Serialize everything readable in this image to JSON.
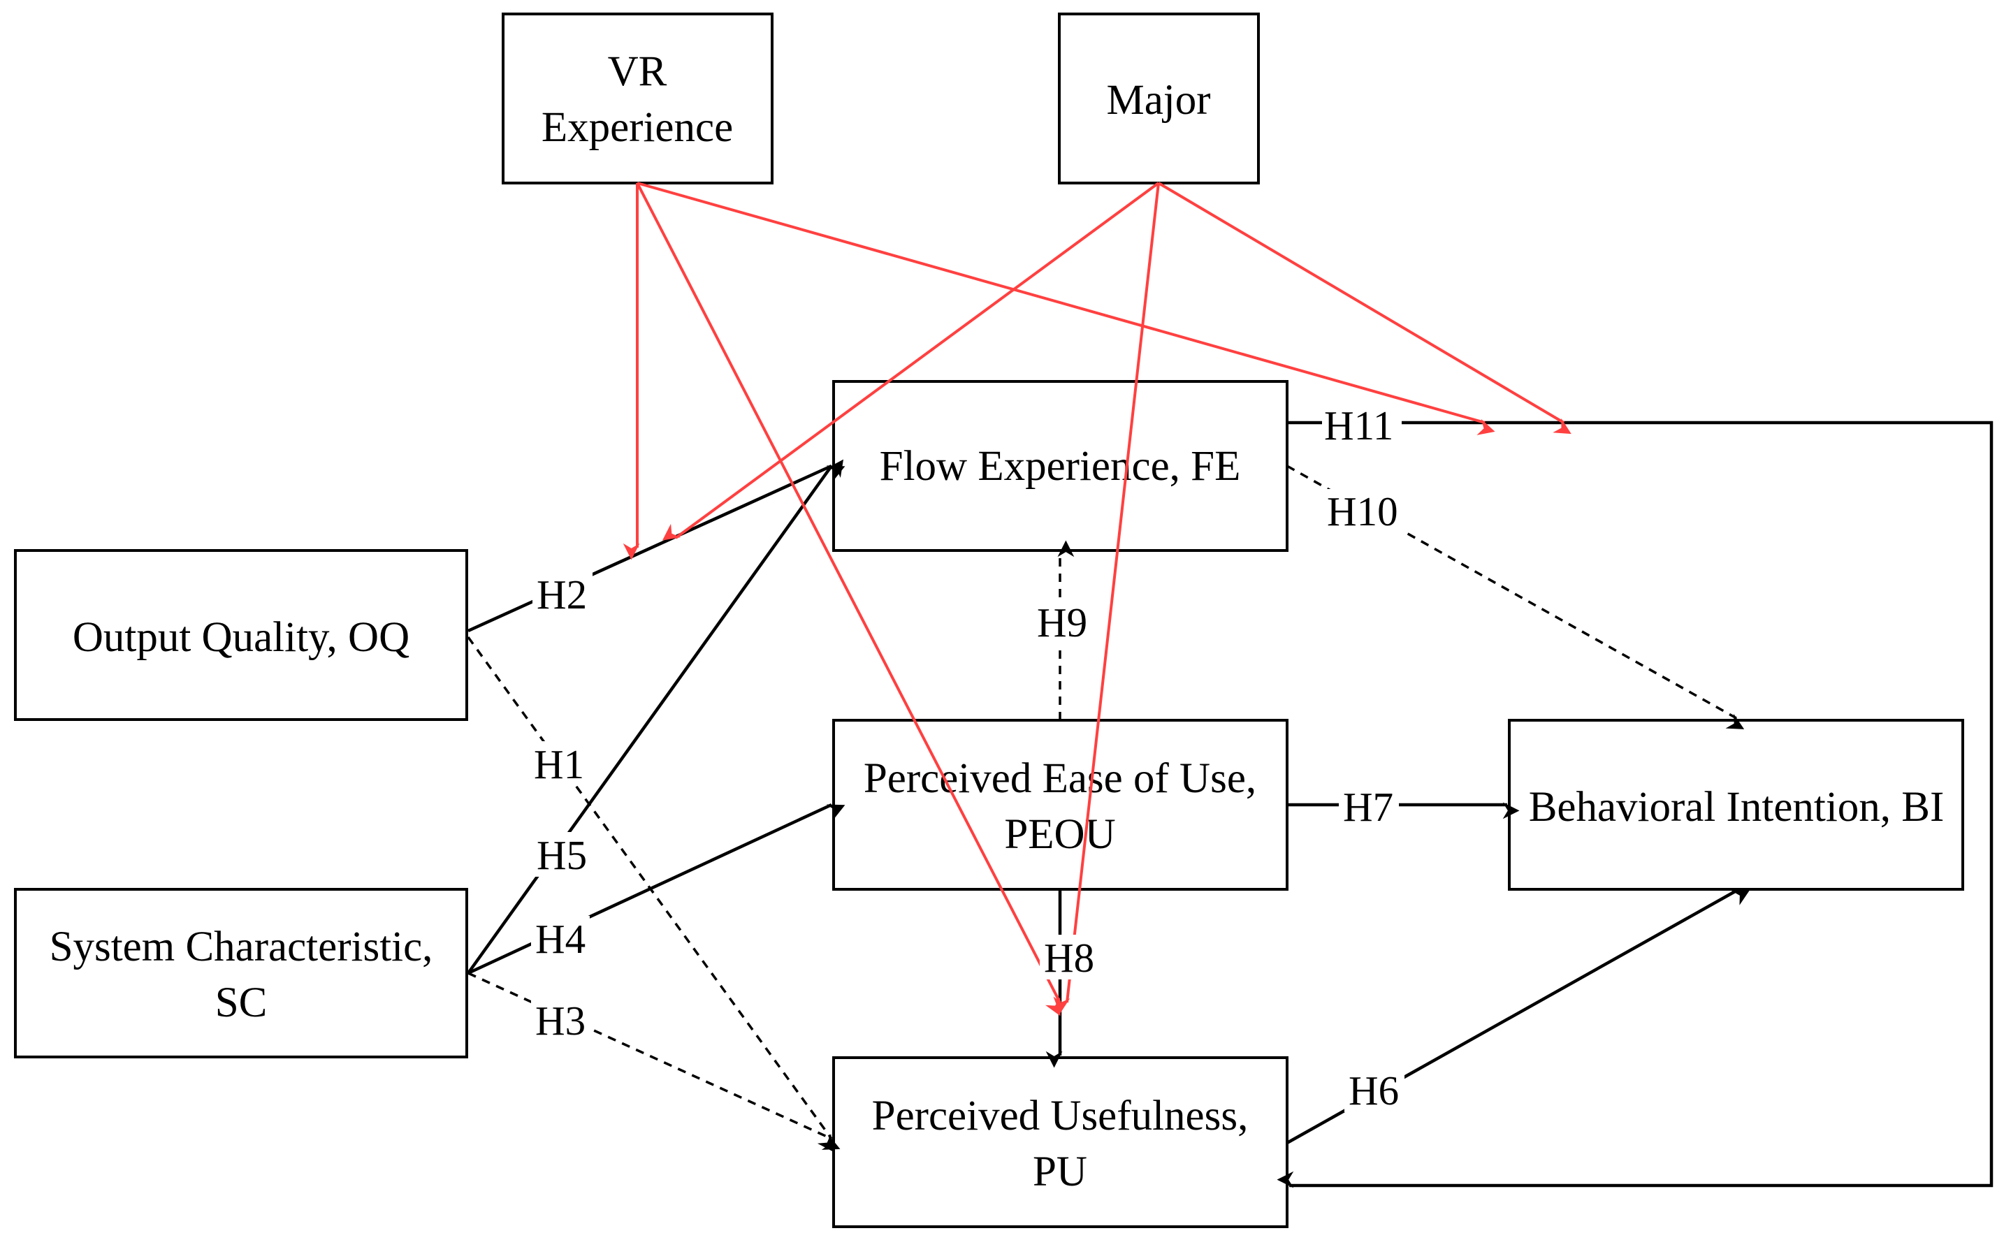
{
  "boxes": {
    "vr_experience": [
      "VR",
      "Experience"
    ],
    "major": [
      "Major"
    ],
    "flow_experience": [
      "Flow Experience, FE"
    ],
    "output_quality": [
      "Output Quality, OQ"
    ],
    "peou": [
      "Perceived Ease of Use,",
      "PEOU"
    ],
    "behavioral_intention": [
      "Behavioral Intention, BI"
    ],
    "system_characteristic": [
      "System Characteristic,",
      "SC"
    ],
    "perceived_usefulness": [
      "Perceived Usefulness,",
      "PU"
    ]
  },
  "hypotheses": {
    "h1": "H1",
    "h2": "H2",
    "h3": "H3",
    "h4": "H4",
    "h5": "H5",
    "h6": "H6",
    "h7": "H7",
    "h8": "H8",
    "h9": "H9",
    "h10": "H10",
    "h11": "H11"
  },
  "colors": {
    "moderator_arrow": "#ff4040",
    "path_arrow": "#000000"
  }
}
